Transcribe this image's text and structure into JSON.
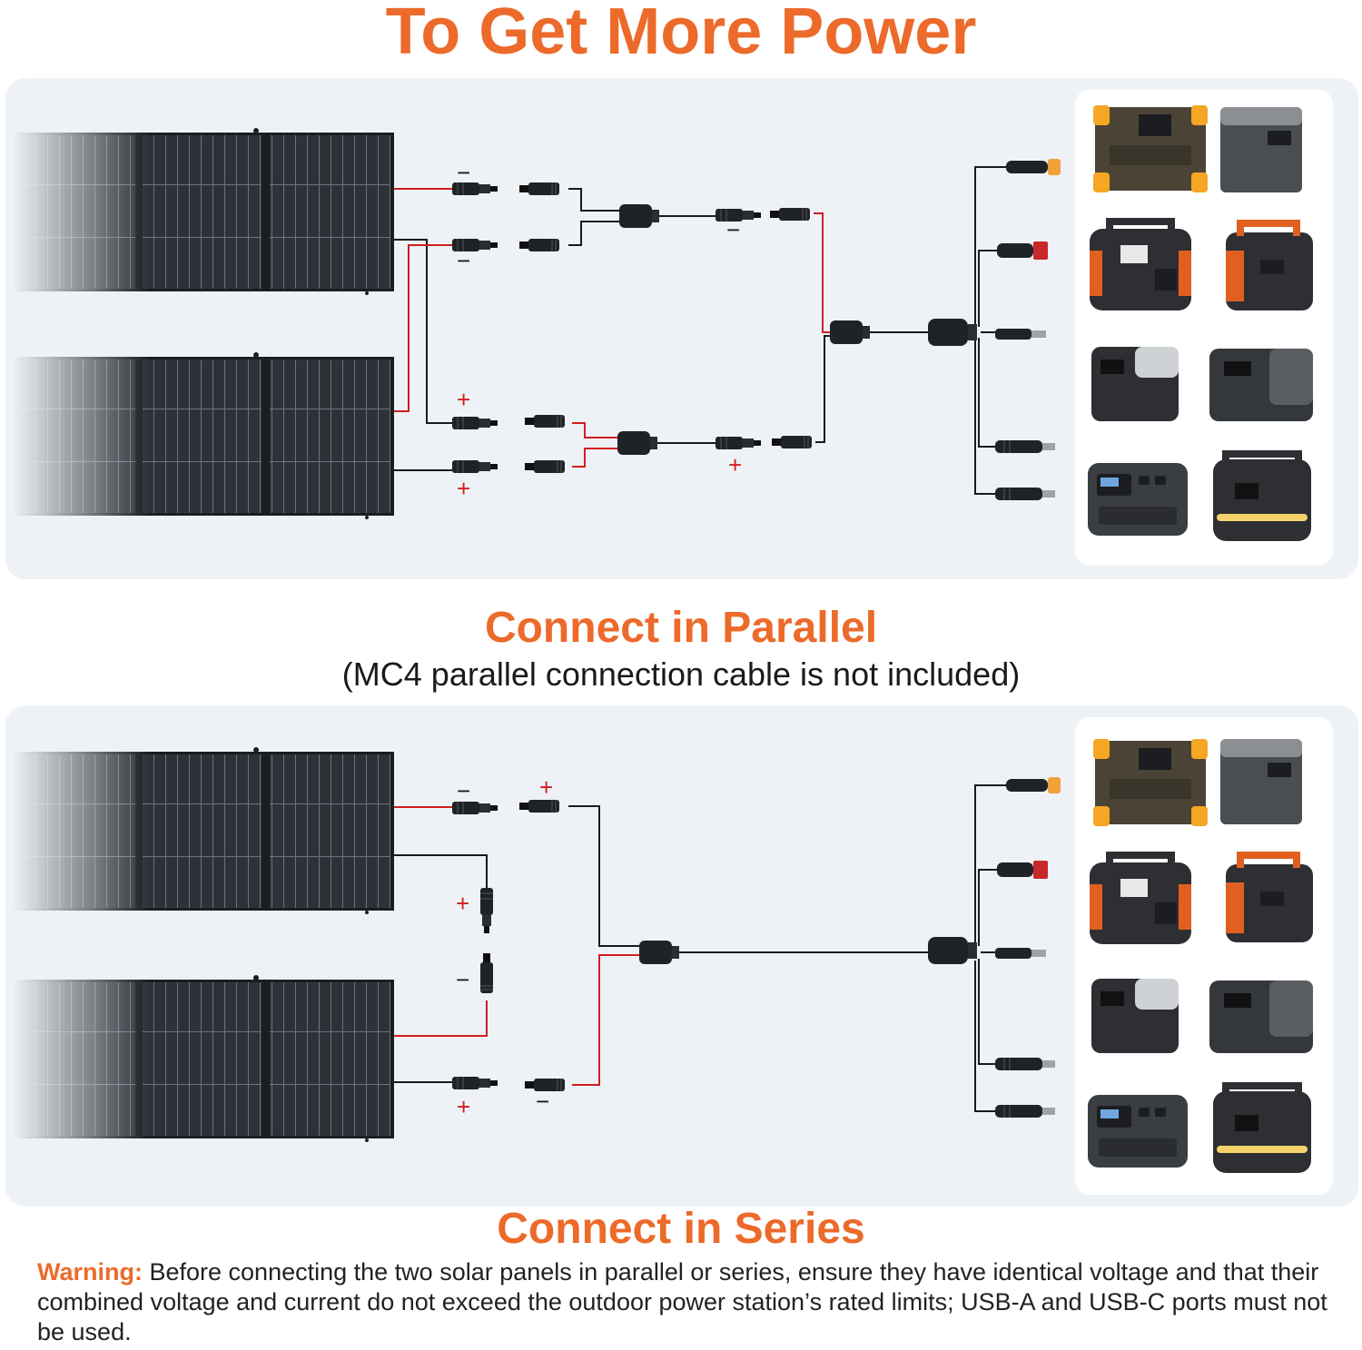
{
  "header": {
    "title": "To Get More Power"
  },
  "parallel": {
    "caption": "Connect in Parallel",
    "note": "(MC4 parallel connection cable is not included)"
  },
  "series": {
    "caption": "Connect in Series"
  },
  "polarity": {
    "plus": "+",
    "minus": "−"
  },
  "warning": {
    "label": "Warning:",
    "text": " Before connecting the two solar panels in parallel or series, ensure they have identical voltage and that their combined voltage and current do not exceed the outdoor power station’s rated limits; USB-A and USB-C ports must not be used."
  },
  "colors": {
    "accent": "#ec6a2a",
    "wire_positive": "#d21e1e",
    "wire_negative": "#1a1a1a",
    "panel_bg": "#eef2f6"
  },
  "icons": {
    "solar_panel": "solar-panel-icon",
    "mc4_connector": "mc4-connector-icon",
    "splitter": "branch-connector-icon",
    "output_plug": "output-plug-icon",
    "power_station": "power-station-icon"
  }
}
